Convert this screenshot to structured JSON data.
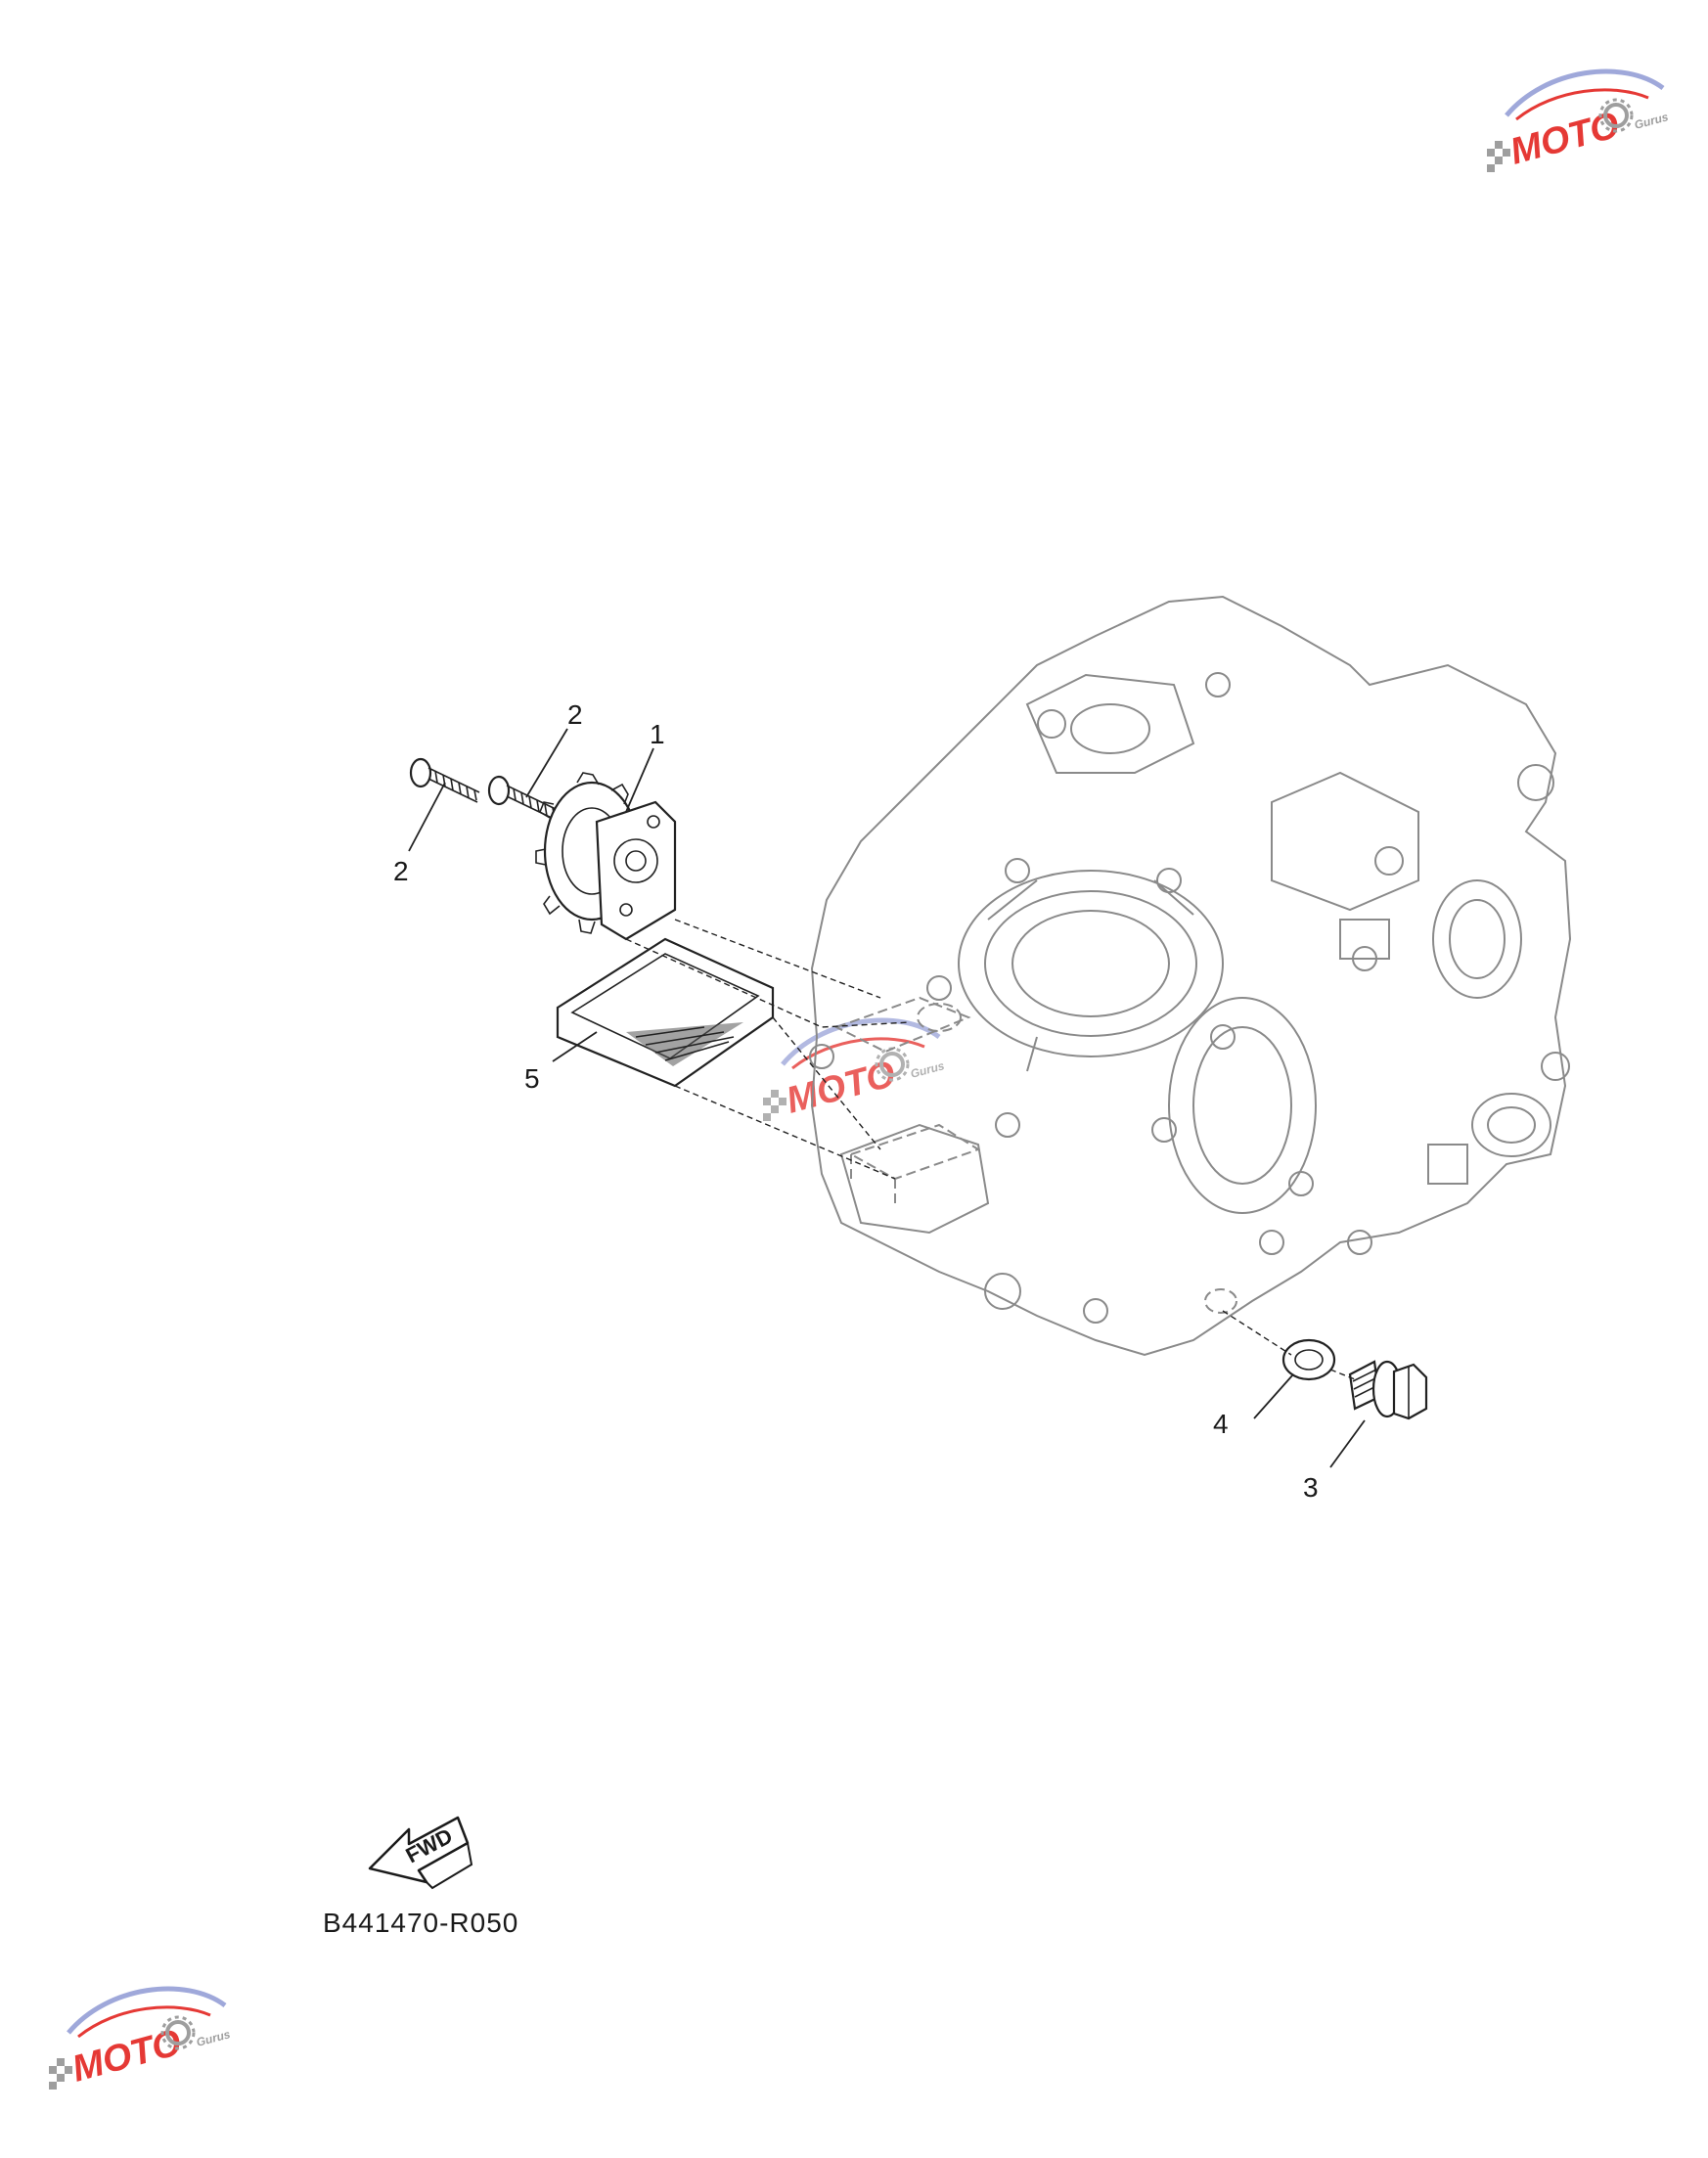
{
  "diagram": {
    "callouts": [
      {
        "id": "1",
        "text": "1"
      },
      {
        "id": "2a",
        "text": "2"
      },
      {
        "id": "2b",
        "text": "2"
      },
      {
        "id": "3",
        "text": "3"
      },
      {
        "id": "4",
        "text": "4"
      },
      {
        "id": "5",
        "text": "5"
      }
    ],
    "fwd_label": "FWD",
    "diagram_code": "B441470-R050"
  },
  "watermark": {
    "logo_text": "MOTO",
    "sub_text": "Gurus",
    "colors": {
      "red": "#e53935",
      "blue": "#9fa8da",
      "gray": "#9e9e9e"
    }
  }
}
